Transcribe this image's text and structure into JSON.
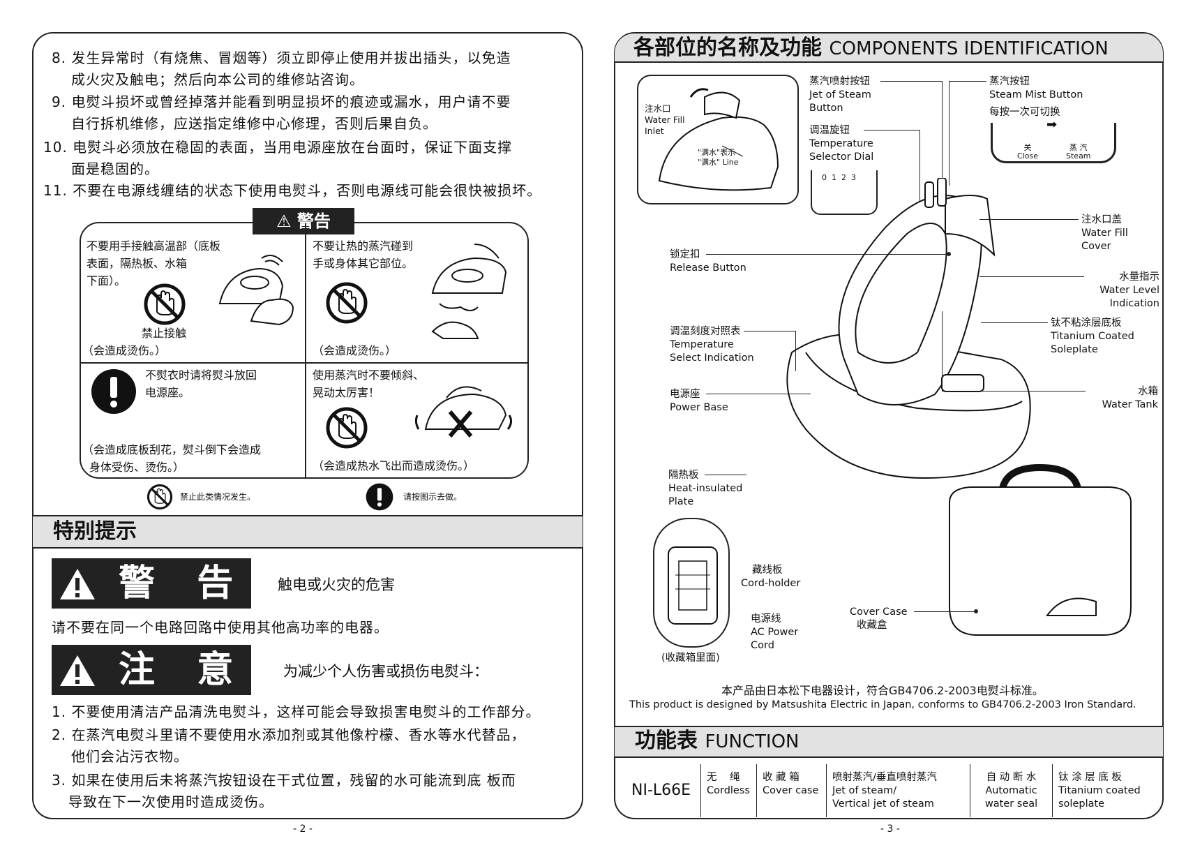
{
  "left": {
    "items": [
      {
        "num": "8.",
        "lines": [
          "发生异常时（有烧焦、冒烟等）须立即停止使用并拔出插头，以免造",
          "成火灾及触电；然后向本公司的维修站咨询。"
        ]
      },
      {
        "num": "9.",
        "lines": [
          "电熨斗损坏或曾经掉落并能看到明显损坏的痕迹或漏水，用户请不要",
          "自行拆机维修，应送指定维修中心修理，否则后果自负。"
        ]
      },
      {
        "num": "10.",
        "lines": [
          "电熨斗必须放在稳固的表面，当用电源座放在台面时，保证下面支撑",
          "面是稳固的。"
        ]
      },
      {
        "num": "11.",
        "lines": [
          "不要在电源线缠结的状态下使用电熨斗，否则电源线可能会很快被损坏。"
        ]
      }
    ],
    "warning_label": "⚠ 警告",
    "cells": [
      {
        "text": [
          "不要用手接触高温部（底板",
          "表面，隔热板、水箱",
          "下面）。"
        ],
        "sub": "禁止接触",
        "note": "（会造成烫伤。）"
      },
      {
        "text": [
          "不要让热的蒸汽碰到",
          "手或身体其它部位。"
        ],
        "note": "（会造成烫伤。）"
      },
      {
        "text": [
          "不熨衣时请将熨斗放回",
          "电源座。"
        ],
        "note": [
          "（会造成底板刮花，熨斗倒下会造成",
          "身体受伤、烫伤。）"
        ]
      },
      {
        "text": [
          "使用蒸汽时不要倾斜、",
          "晃动太厉害！"
        ],
        "note": "（会造成热水飞出而造成烫伤。）"
      }
    ],
    "legend_prohibit": "禁止此类情况发生。",
    "legend_must": "请按图示去做。",
    "special_title": "特别提示",
    "warn_big": "警  告",
    "warn_big_desc": "触电或火灾的危害",
    "warn_line": "请不要在同一个电路回路中使用其他高功率的电器。",
    "caution_big": "注  意",
    "caution_desc": "为减少个人伤害或损伤电熨斗：",
    "caution_items": [
      {
        "num": "1.",
        "lines": [
          "不要使用清洁产品清洗电熨斗，这样可能会导致损害电熨斗的工作部分。"
        ]
      },
      {
        "num": "2.",
        "lines": [
          "在蒸汽电熨斗里请不要使用水添加剂或其他像柠檬、香水等水代替品，",
          "他们会沾污衣物。"
        ]
      },
      {
        "num": "3.",
        "lines": [
          "如果在使用后未将蒸汽按钮设在干式位置，残留的水可能流到底 板而",
          "导致在下一次使用时造成烫伤。"
        ]
      }
    ],
    "page_num": "- 2 -"
  },
  "right": {
    "title_cn": "各部位的名称及功能",
    "title_en": "COMPONENTS IDENTIFICATION",
    "labels": {
      "water_fill": [
        "注水口",
        "Water Fill",
        "Inlet"
      ],
      "full_line": [
        "\"满水\"表示",
        "\"满水\" Line"
      ],
      "jet": [
        "蒸汽喷射按钮",
        "Jet of Steam",
        "Button"
      ],
      "dial": [
        "调温旋钮",
        "Temperature",
        "Selector Dial"
      ],
      "dial_marks": "0  1  2  3",
      "steam_btn": [
        "蒸汽按钮",
        "Steam Mist Button"
      ],
      "switch_note": "每按一次可切换",
      "close": [
        "关",
        "Close"
      ],
      "steam": [
        "蒸 汽",
        "Steam"
      ],
      "fill_cover": [
        "注水口盖",
        "Water Fill",
        "Cover"
      ],
      "release": [
        "锁定扣",
        "Release Button"
      ],
      "level": [
        "水量指示",
        "Water Level",
        "Indication"
      ],
      "soleplate": [
        "钛不粘涂层底板",
        "Titanium Coated",
        "Soleplate"
      ],
      "temp_ind": [
        "调温刻度对照表",
        "Temperature",
        "Select Indication"
      ],
      "base": [
        "电源座",
        "Power Base"
      ],
      "tank": [
        "水箱",
        "Water Tank"
      ],
      "plate": [
        "隔热板",
        "Heat-insulated",
        "Plate"
      ],
      "cord_holder": [
        "藏线板",
        "Cord-holder"
      ],
      "ac_cord": [
        "电源线",
        "AC Power",
        "Cord"
      ],
      "inside": "(收藏箱里面)",
      "cover_case": [
        "Cover Case",
        "收藏盒"
      ]
    },
    "std_cn": "本产品由日本松下电器设计，符合GB4706.2-2003电熨斗标准。",
    "std_en": "This product is designed by Matsushita Electric in Japan, conforms to GB4706.2-2003 Iron Standard.",
    "func_title_cn": "功能表",
    "func_title_en": "FUNCTION",
    "model": "NI-L66E",
    "features": [
      {
        "cn": "无    绳",
        "en": [
          "Cordless"
        ]
      },
      {
        "cn": "收 藏 箱",
        "en": [
          "Cover case"
        ]
      },
      {
        "cn": "喷射蒸汽/垂直喷射蒸汽",
        "en": [
          "Jet of steam/",
          "Vertical jet of steam"
        ]
      },
      {
        "cn": "自 动 断 水",
        "en": [
          "Automatic",
          "water seal"
        ]
      },
      {
        "cn": "钛 涂 层 底 板",
        "en": [
          "Titanium coated",
          "soleplate"
        ]
      }
    ],
    "page_num": "- 3 -"
  }
}
